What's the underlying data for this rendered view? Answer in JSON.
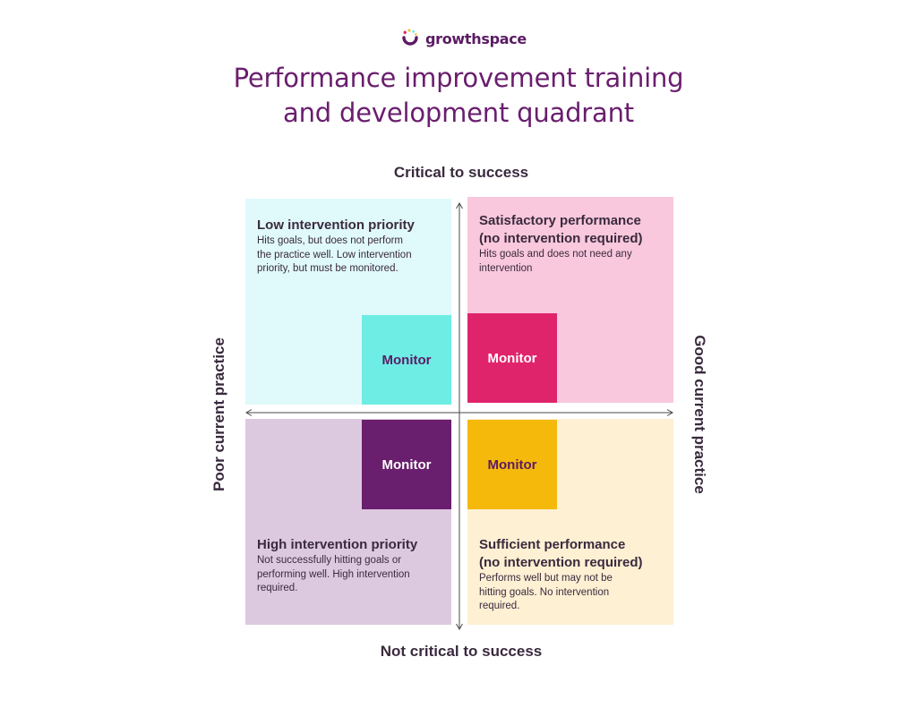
{
  "logo": {
    "text": "growthspace",
    "colors": [
      "#5b1b64",
      "#e0246c",
      "#f5b90b",
      "#6eede5"
    ]
  },
  "title": {
    "line1": "Performance improvement training",
    "line2": "and development quadrant"
  },
  "axes": {
    "top": "Critical to success",
    "bottom": "Not critical to success",
    "left": "Poor current practice",
    "right": "Good current practice"
  },
  "quadrants": {
    "top_left": {
      "heading": "Low intervention priority",
      "desc": [
        "Hits goals, but does not perform",
        "the practice well. Low intervention",
        "priority, but must be monitored."
      ],
      "badge": "Monitor",
      "color": "#e0f9fb",
      "badge_color": "#6eede5"
    },
    "top_right": {
      "heading": [
        "Satisfactory performance",
        "(no intervention required)"
      ],
      "desc": [
        "Hits goals and does not need any",
        "intervention"
      ],
      "badge": "Monitor",
      "color": "#f9c8dc",
      "badge_color": "#e0246c"
    },
    "bottom_left": {
      "heading": "High intervention priority",
      "desc": [
        "Not successfully hitting goals or",
        "performing well. High intervention",
        "required."
      ],
      "badge": "Monitor",
      "color": "#dcc9df",
      "badge_color": "#6a1e6e"
    },
    "bottom_right": {
      "heading": [
        "Sufficient performance",
        "(no intervention required)"
      ],
      "desc": [
        "Performs well but may not be",
        "hitting goals. No intervention",
        "required."
      ],
      "badge": "Monitor",
      "color": "#fdf0d3",
      "badge_color": "#f5b90b"
    }
  }
}
